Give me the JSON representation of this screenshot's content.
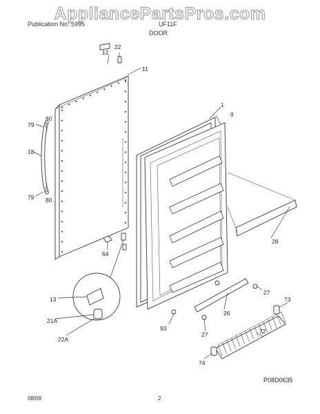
{
  "watermark": "AppliancePartsPros.com",
  "header": {
    "left": "Publication No: 5995",
    "model": "UF11F",
    "section": "DOOR"
  },
  "drawing_code": "P08D0635",
  "footer": {
    "date": "08/09",
    "page": "2"
  },
  "callouts": {
    "c1": "1",
    "c9": "9",
    "c11": "11",
    "c12": "12",
    "c13": "13",
    "c18": "18",
    "c21a": "21A",
    "c22": "22",
    "c22a": "22A",
    "c26": "26",
    "c27a": "27",
    "c27b": "27",
    "c28": "28",
    "c64": "64",
    "c72": "72",
    "c73": "73",
    "c74": "74",
    "c79a": "79",
    "c79b": "79",
    "c80a": "80",
    "c80b": "80",
    "c93": "93"
  }
}
